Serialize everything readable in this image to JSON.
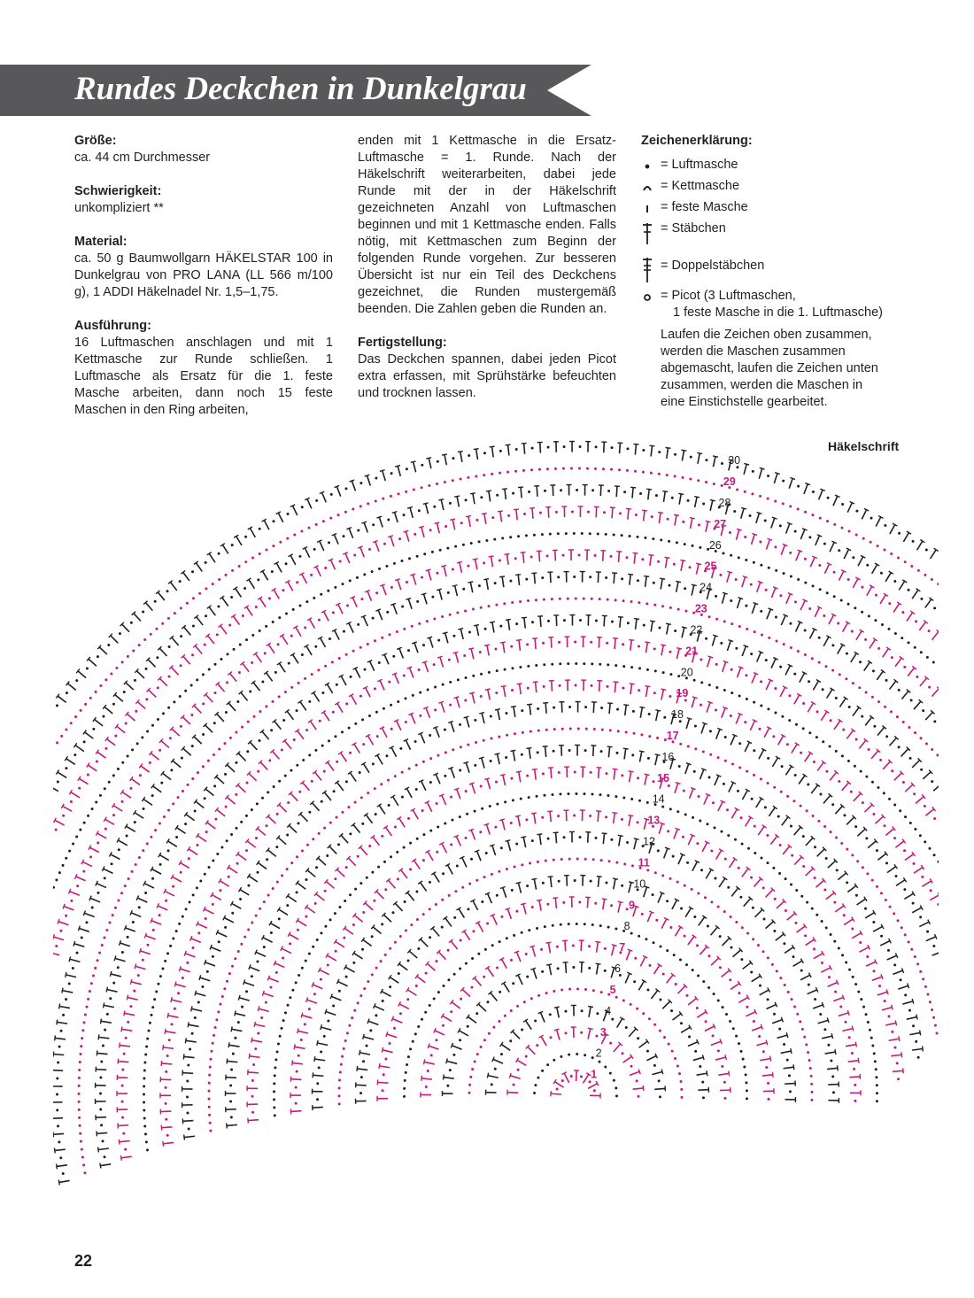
{
  "title": "Rundes Deckchen in Dunkelgrau",
  "columns": {
    "groesse": {
      "heading": "Größe:",
      "text": "ca. 44 cm Durchmesser"
    },
    "schwierigkeit": {
      "heading": "Schwierigkeit:",
      "text": "unkompliziert **"
    },
    "material": {
      "heading": "Material:",
      "text": "ca. 50 g Baumwollgarn HÄKELSTAR 100 in Dunkelgrau von PRO LANA (LL 566 m/100 g), 1 ADDI Häkelnadel Nr. 1,5–1,75."
    },
    "ausfuehrung": {
      "heading": "Ausführung:",
      "text": "16 Luftmaschen anschlagen und mit 1 Kettmasche zur Runde schließen. 1 Luftmasche als Ersatz für die 1. feste Masche arbeiten, dann noch 15 feste Maschen in den Ring arbeiten,"
    },
    "ausfuehrung_cont": "enden mit 1 Kettmasche in die Ersatz-Luftmasche = 1. Runde. Nach der Häkelschrift weiterarbeiten, dabei jede Runde mit der in der Häkelschrift gezeichneten Anzahl von Luftmaschen beginnen und mit 1 Kettmasche enden. Falls nötig, mit Kettmaschen zum Beginn der folgenden Runde vorgehen. Zur besseren Übersicht ist nur ein Teil des Deckchens gezeichnet, die Runden mustergemäß beenden. Die Zahlen geben die Runden an.",
    "fertigstellung": {
      "heading": "Fertigstellung:",
      "text": "Das Deckchen spannen, dabei jeden Picot extra erfassen, mit Sprühstärke befeuchten und trocknen lassen."
    }
  },
  "legend": {
    "heading": "Zeichenerklärung:",
    "items": [
      {
        "icon": "chain-dot-icon",
        "label": "= Luftmasche"
      },
      {
        "icon": "slip-stitch-arc-icon",
        "label": "= Kettmasche"
      },
      {
        "icon": "single-crochet-bar-icon",
        "label": "= feste Masche"
      },
      {
        "icon": "double-crochet-cross-icon",
        "label": "= Stäbchen"
      },
      {
        "icon": "treble-crochet-icon",
        "label": "= Doppelstäbchen"
      },
      {
        "icon": "picot-ring-icon",
        "label": "= Picot (3 Luftmaschen,",
        "label2": "1 feste Masche in die 1. Luftmasche)"
      }
    ],
    "note": "Laufen die Zeichen oben zusammen, werden die Maschen zusammen abgemascht, laufen die Zeichen unten zusammen, werden die Maschen in eine Einstichstelle gearbeitet."
  },
  "diagram": {
    "label": "Häkelschrift",
    "rounds": [
      "1",
      "2",
      "3",
      "4",
      "5",
      "6",
      "7",
      "8",
      "9",
      "10",
      "11",
      "12",
      "13",
      "14",
      "15",
      "16",
      "17",
      "18",
      "19",
      "20",
      "21",
      "22",
      "23",
      "24",
      "25",
      "26",
      "27",
      "28",
      "29",
      "30"
    ]
  },
  "colors": {
    "banner": "#58585a",
    "magenta": "#c4187f",
    "black": "#231f20"
  },
  "page_number": "22"
}
